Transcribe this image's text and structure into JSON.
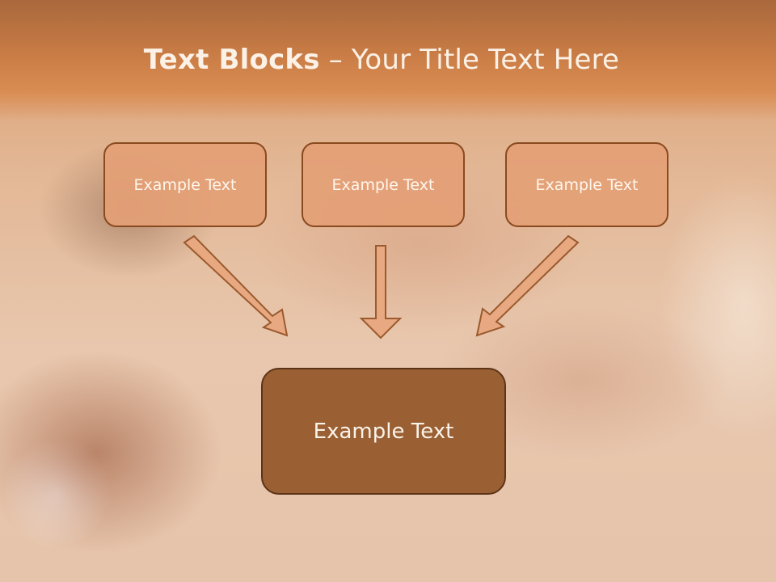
{
  "slide": {
    "title_bold": "Text Blocks",
    "title_separator": " – ",
    "title_rest": "Your Title Text Here"
  },
  "blocks": [
    {
      "label": "Example Text"
    },
    {
      "label": "Example Text"
    },
    {
      "label": "Example Text"
    }
  ],
  "main_block": {
    "label": "Example Text"
  },
  "colors": {
    "box_fill": "#e4a076",
    "box_border": "#8a4a20",
    "main_fill": "#9a6033",
    "header": "#d98c52"
  }
}
